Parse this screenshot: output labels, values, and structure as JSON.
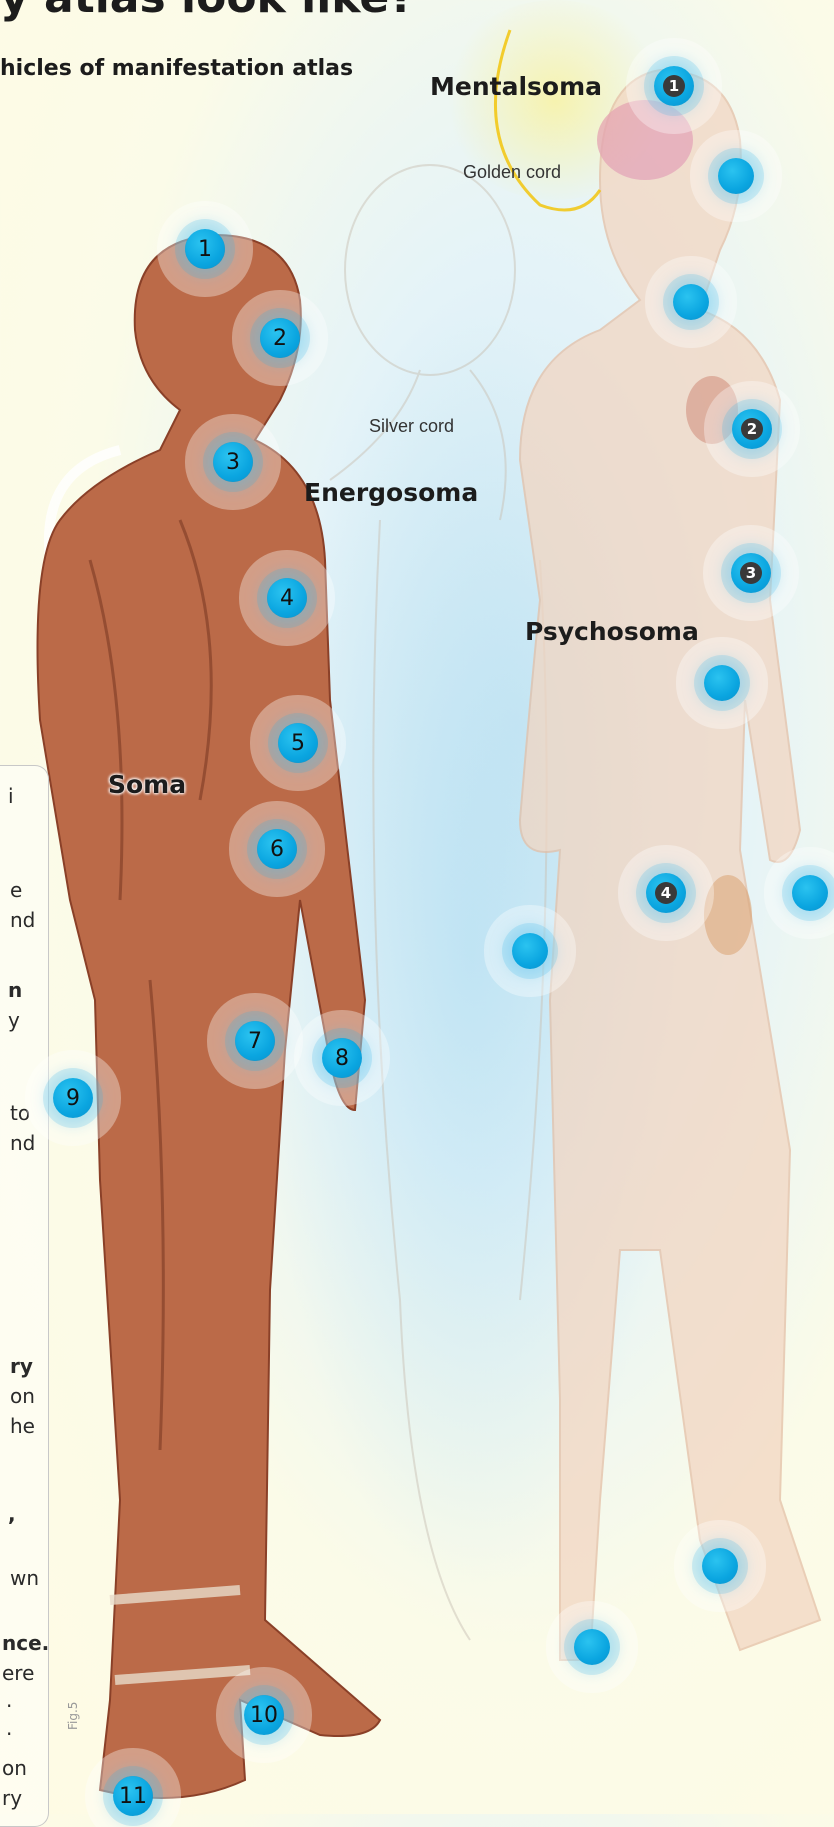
{
  "header": {
    "title": "y atlas look like?",
    "subtitle": "hicles of manifestation atlas"
  },
  "labels": {
    "mentalsoma": "Mentalsoma",
    "golden_cord": "Golden cord",
    "silver_cord": "Silver cord",
    "energosoma": "Energosoma",
    "psychosoma": "Psychosoma",
    "soma": "Soma"
  },
  "soma_markers": [
    "1",
    "2",
    "3",
    "4",
    "5",
    "6",
    "7",
    "8",
    "9",
    "10",
    "11"
  ],
  "psychosoma_markers": [
    "1",
    "",
    "2",
    "3",
    "",
    "4",
    ""
  ],
  "sidebar_fragments": [
    "i",
    "e",
    "nd",
    "n",
    "y",
    "to",
    "nd",
    "ry",
    "on",
    "he",
    ",",
    "wn",
    "nce.",
    "ere",
    ".",
    ".",
    "on",
    "ry"
  ],
  "figure_label": "Fig.5",
  "colors": {
    "marker": "#0aa5e0",
    "soma": "#b45a3a",
    "psychosoma": "#e8c2a8",
    "golden_cord": "#f2c200"
  }
}
